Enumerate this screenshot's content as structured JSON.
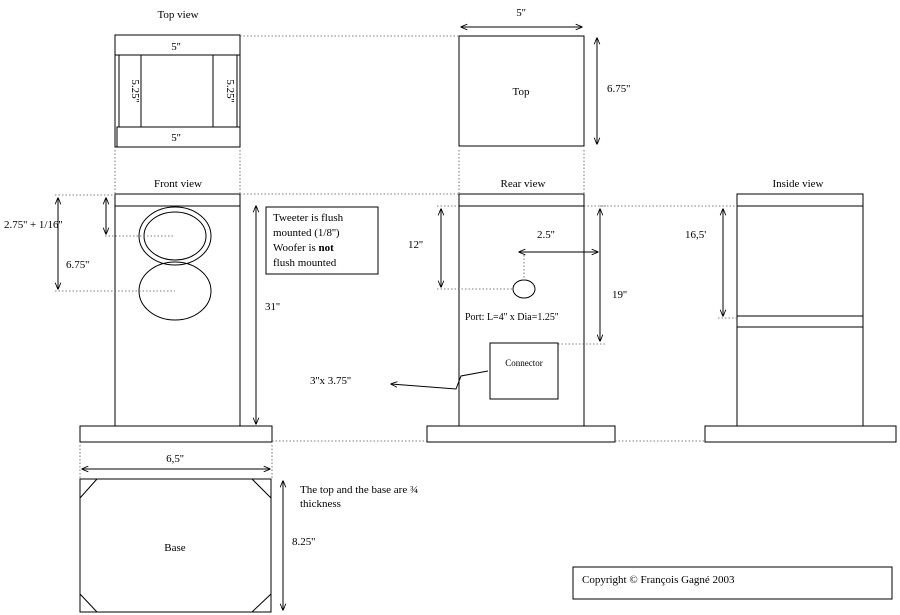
{
  "views": {
    "top_view": "Top view",
    "front_view": "Front view",
    "rear_view": "Rear view",
    "inside_view": "Inside view"
  },
  "top_view": {
    "dim_top": "5''",
    "dim_bottom": "5''",
    "dim_left": "5.25''",
    "dim_right": "5.25''"
  },
  "top_panel": {
    "label": "Top",
    "dim_width": "5''",
    "dim_height": "6.75''"
  },
  "front": {
    "dim_tweeter": "2.75'' + 1/16''",
    "dim_woofer": "6.75''",
    "dim_height": "31''",
    "note_line1": "Tweeter is flush",
    "note_line2": "mounted (1/8'')",
    "note_line3_pre": "Woofer is ",
    "note_line3_bold": "not",
    "note_line4": "flush mounted"
  },
  "rear": {
    "dim_port_height": "12''",
    "dim_port_offset": "2.5''",
    "dim_connector_height": "19''",
    "port_label": "Port: L=4'' x Dia=1.25''",
    "connector_label": "Connector",
    "connector_size": "3''x 3.75''"
  },
  "inside": {
    "dim_height": "16,5'"
  },
  "base": {
    "label": "Base",
    "dim_width": "6,5''",
    "dim_height": "8.25''",
    "note_line1": "The top and the base are ¾",
    "note_line2": "thickness"
  },
  "copyright": "Copyright © François Gagné 2003"
}
